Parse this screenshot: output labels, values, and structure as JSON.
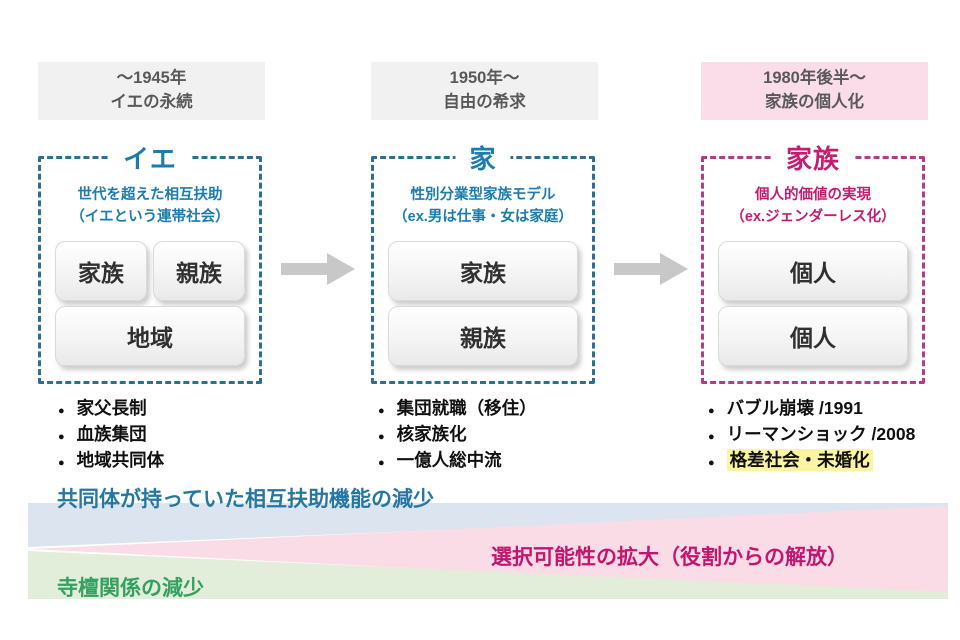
{
  "colors": {
    "blue_border": "#2c6f92",
    "blue_text": "#1c7cab",
    "magenta_border": "#b23c86",
    "magenta_text": "#c31d6f",
    "header_gray_bg": "#f1f1f1",
    "header_pink_bg": "#fadde8",
    "header_text": "#595959",
    "arrow_gray": "#c8c8c8",
    "wedge_blue_fill": "#dce4ef",
    "wedge_pink_fill": "#fadce7",
    "wedge_green_fill": "#e3eeda",
    "wedge_blue_text": "#2577a1",
    "wedge_pink_text": "#c2156d",
    "wedge_green_text": "#35a161",
    "highlight_yellow": "#fbf4a0"
  },
  "columns": [
    {
      "era_period": "～1945年",
      "era_theme": "イエの永続",
      "frame_title": "イエ",
      "subtitle_line1": "世代を超えた相互扶助",
      "subtitle_line2": "（イエという連帯社会）",
      "units": [
        "家族",
        "親族",
        "地域"
      ],
      "bullets": [
        "家父長制",
        "血族集団",
        "地域共同体"
      ]
    },
    {
      "era_period": "1950年～",
      "era_theme": "自由の希求",
      "frame_title": "家",
      "subtitle_line1": "性別分業型家族モデル",
      "subtitle_line2": "（ex.男は仕事・女は家庭）",
      "units": [
        "家族",
        "親族"
      ],
      "bullets": [
        "集団就職（移住）",
        "核家族化",
        "一億人総中流"
      ]
    },
    {
      "era_period": "1980年後半～",
      "era_theme": "家族の個人化",
      "frame_title": "家族",
      "subtitle_line1": "個人的価値の実現",
      "subtitle_line2": "（ex.ジェンダーレス化）",
      "units": [
        "個人",
        "個人"
      ],
      "bullets": [
        "バブル崩壊 /1991",
        "リーマンショック /2008",
        "格差社会・未婚化"
      ]
    }
  ],
  "wedges": {
    "blue": {
      "label": "共同体が持っていた相互扶助機能の減少"
    },
    "pink": {
      "label": "選択可能性の拡大（役割からの解放）"
    },
    "green": {
      "label": "寺檀関係の減少"
    }
  }
}
